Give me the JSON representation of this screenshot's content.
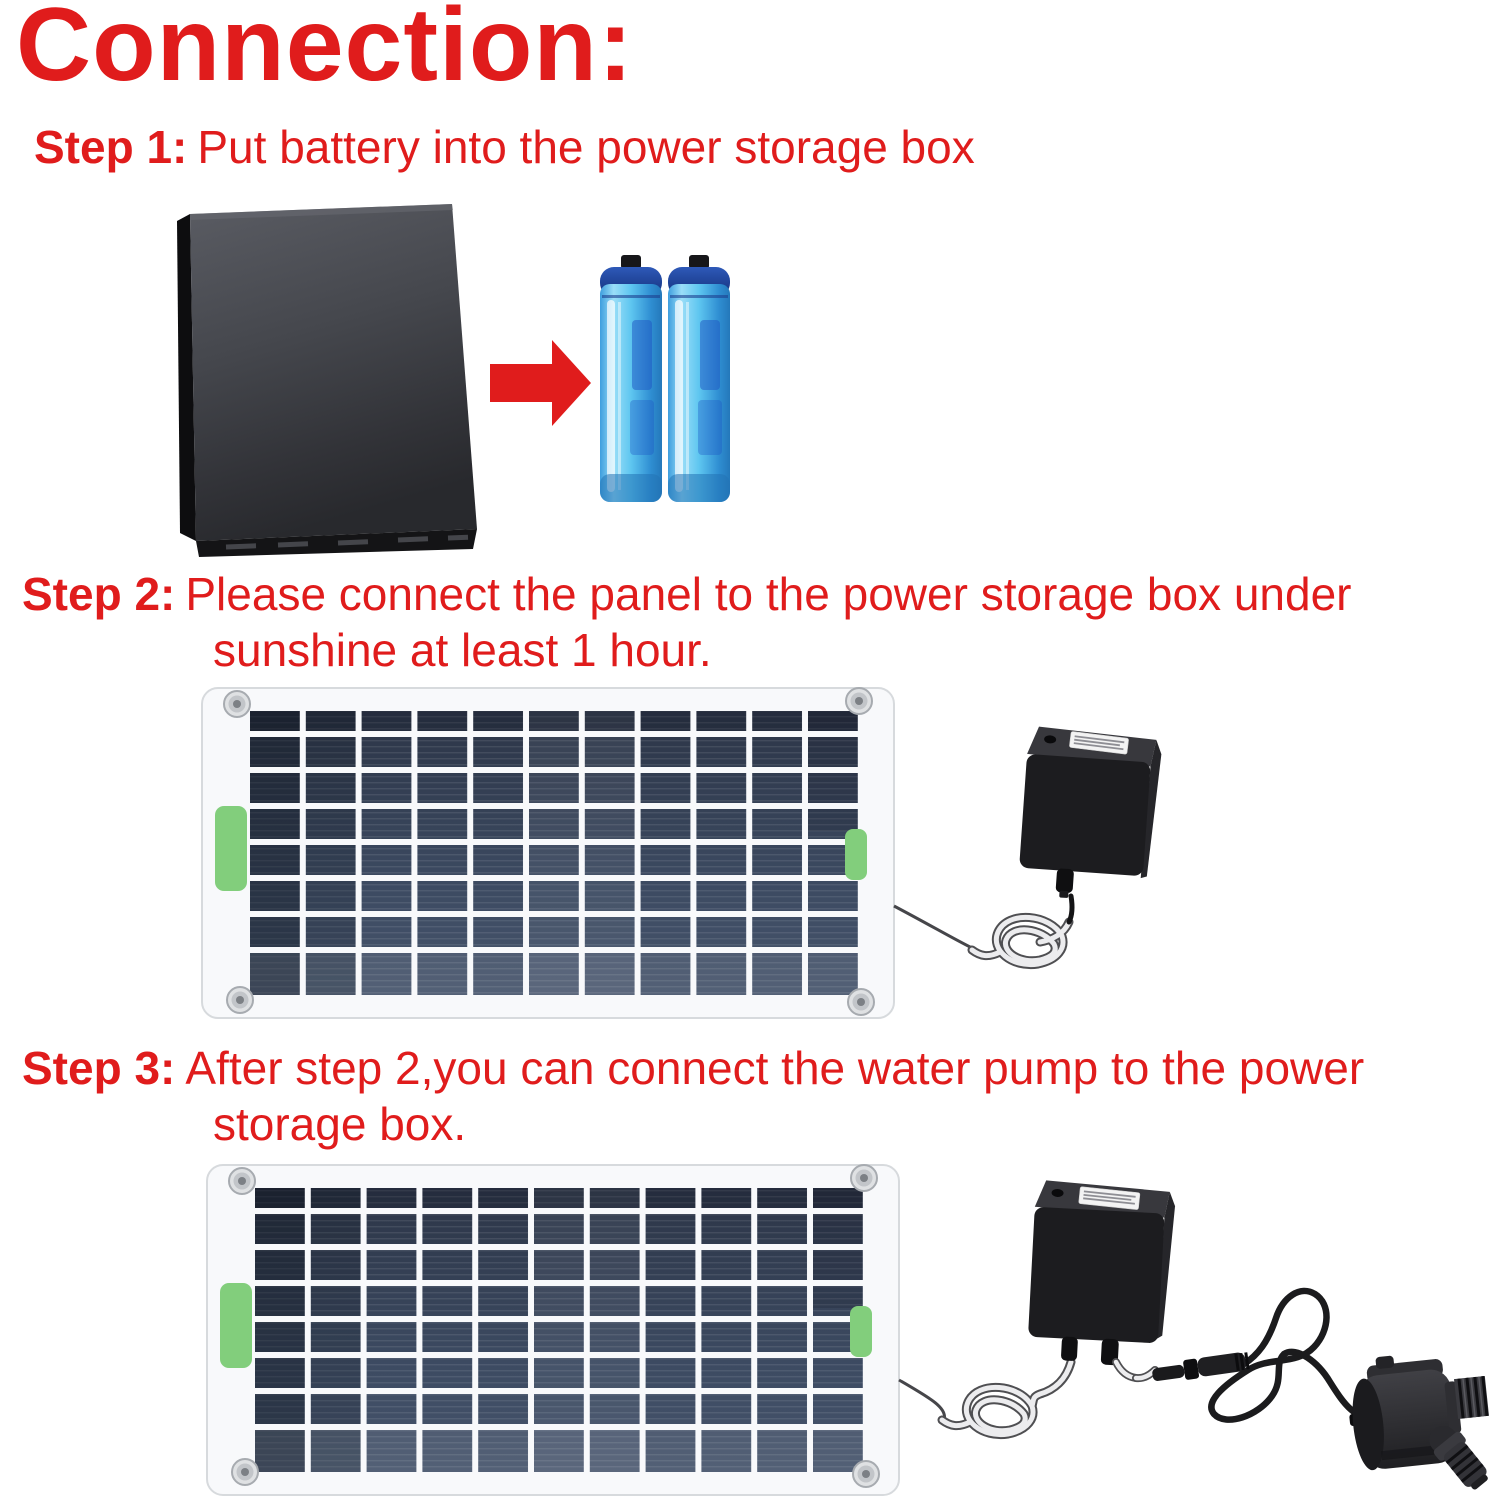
{
  "title": "Connection:",
  "colors": {
    "accent_red": "#e01c1c",
    "panel_tab_green": "#82ce7c",
    "battery_blue": "#5ec6f0",
    "solar_cell_navy": "#3c4a61",
    "device_black": "#1c1c1f"
  },
  "steps": [
    {
      "label": "Step 1:",
      "line1": "Put battery into the power storage box",
      "line2": ""
    },
    {
      "label": "Step 2:",
      "line1": "Please connect the panel to the power storage box under",
      "line2": "sunshine at least 1 hour."
    },
    {
      "label": "Step 3:",
      "line1": "After step 2,you can connect the water pump to the power",
      "line2": "storage box."
    }
  ],
  "figures": [
    {
      "step": 1,
      "components": [
        "power-storage-box-icon",
        "red-arrow-right-icon",
        "battery-icon",
        "battery-icon"
      ]
    },
    {
      "step": 2,
      "components": [
        "solar-panel-icon",
        "panel-wire",
        "white-cable-coil",
        "power-storage-box-icon"
      ]
    },
    {
      "step": 3,
      "components": [
        "solar-panel-icon",
        "panel-wire",
        "white-cable-coil",
        "power-storage-box-icon",
        "dc-connector-icon",
        "black-cable",
        "water-pump-icon"
      ]
    }
  ]
}
